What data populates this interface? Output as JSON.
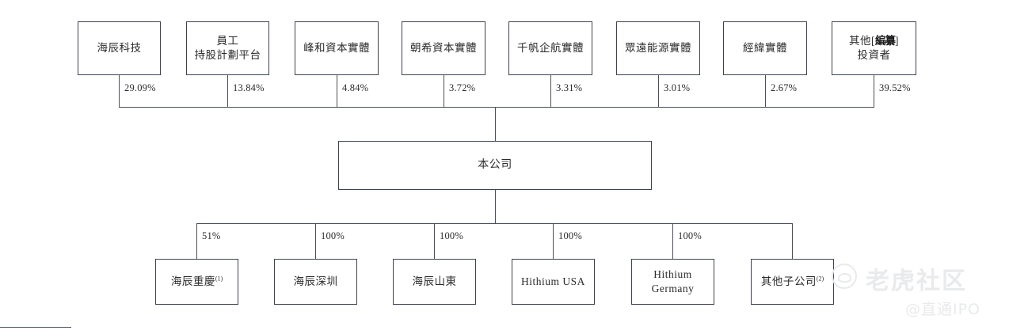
{
  "diagram": {
    "title": "shareholding-structure-chart",
    "company": {
      "name": "本公司"
    },
    "shareholders": [
      {
        "name": "海辰科技",
        "percent": "29.09%"
      },
      {
        "name_line1": "員工",
        "name_line2": "持股計劃平台",
        "percent": "13.84%"
      },
      {
        "name": "峰和資本實體",
        "percent": "4.84%"
      },
      {
        "name": "朝希資本實體",
        "percent": "3.72%"
      },
      {
        "name": "千帆企航實體",
        "percent": "3.31%"
      },
      {
        "name": "眾遠能源實體",
        "percent": "3.01%"
      },
      {
        "name": "經緯實體",
        "percent": "2.67%"
      },
      {
        "name_prefix": "其他[",
        "name_redacted": "編纂",
        "name_suffix": "]",
        "name_line2": "投資者",
        "percent": "39.52%"
      }
    ],
    "subsidiaries": [
      {
        "name": "海辰重慶",
        "note": "(1)",
        "percent": "51%"
      },
      {
        "name": "海辰深圳",
        "note": "",
        "percent": "100%"
      },
      {
        "name": "海辰山東",
        "note": "",
        "percent": "100%"
      },
      {
        "name": "Hithium USA",
        "note": "",
        "percent": "100%"
      },
      {
        "name_line1": "Hithium",
        "name_line2": "Germany",
        "note": "",
        "percent": "100%"
      },
      {
        "name": "其他子公司",
        "note": "(2)",
        "percent": ""
      }
    ]
  },
  "watermark": {
    "brand": "老虎社区",
    "handle": "@直通IPO",
    "logo_icon": "tiger-circle-icon"
  },
  "colors": {
    "line": "#4a4f5b",
    "border": "#3d4250",
    "text": "#2b2b2b",
    "background": "#ffffff",
    "watermark": "#e9eaec"
  }
}
